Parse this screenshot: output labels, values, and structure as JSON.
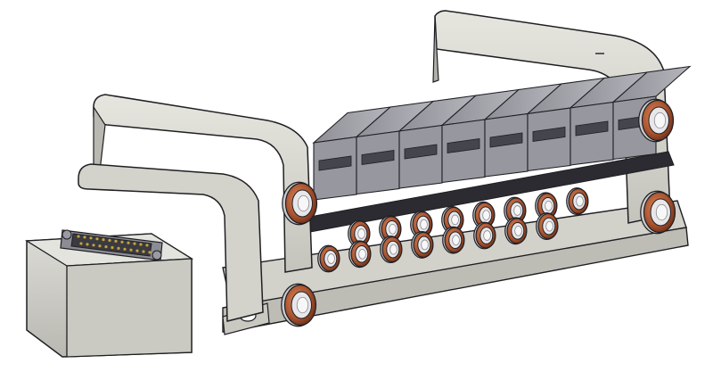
{
  "image": {
    "subject": "pneumatic-valve-manifold-3d-render",
    "background_color": "#ffffff"
  },
  "colors": {
    "body_light": "#d9d9d2",
    "body_mid": "#c9c9c2",
    "body_shadow": "#9c9c96",
    "valve_top": "#a3a3aa",
    "valve_side": "#7d7d86",
    "valve_dark": "#45454d",
    "fitting_copper": "#b4603a",
    "fitting_dark": "#6e2f1a",
    "fitting_ring": "#e7e7ea",
    "connector_gold": "#c2a13a",
    "outline": "#1f1f24"
  },
  "manifold": {
    "valve_station_count": 8,
    "port_rows": 2,
    "has_d_sub_connector": true,
    "connector_pin_rows": 2
  }
}
